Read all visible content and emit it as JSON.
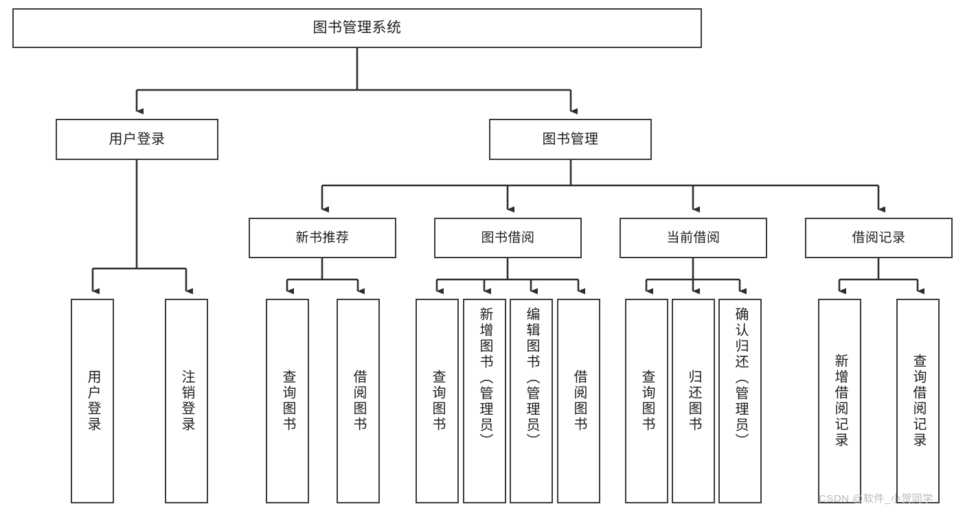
{
  "diagram": {
    "title": "图书管理系统",
    "root": {
      "id": "root",
      "label": "图书管理系统"
    },
    "level2": [
      {
        "id": "user-login",
        "label": "用户登录"
      },
      {
        "id": "book-manage",
        "label": "图书管理"
      }
    ],
    "level3": [
      {
        "id": "new-book-recommend",
        "label": "新书推荐"
      },
      {
        "id": "book-borrow",
        "label": "图书借阅"
      },
      {
        "id": "current-borrow",
        "label": "当前借阅"
      },
      {
        "id": "borrow-record",
        "label": "借阅记录"
      }
    ],
    "leaves": [
      {
        "id": "leaf-user-login",
        "label": "用户登录",
        "parent": "user-login"
      },
      {
        "id": "leaf-logout-login",
        "label": "注销登录",
        "parent": "user-login"
      },
      {
        "id": "leaf-query-book-1",
        "label": "查询图书",
        "parent": "new-book-recommend"
      },
      {
        "id": "leaf-borrow-book-1",
        "label": "借阅图书",
        "parent": "new-book-recommend"
      },
      {
        "id": "leaf-query-book-2",
        "label": "查询图书",
        "parent": "book-borrow"
      },
      {
        "id": "leaf-add-book-admin",
        "label": "新增图书（管理员）",
        "parent": "book-borrow"
      },
      {
        "id": "leaf-edit-book-admin",
        "label": "编辑图书（管理员）",
        "parent": "book-borrow"
      },
      {
        "id": "leaf-borrow-book-2",
        "label": "借阅图书",
        "parent": "book-borrow"
      },
      {
        "id": "leaf-query-book-3",
        "label": "查询图书",
        "parent": "current-borrow"
      },
      {
        "id": "leaf-return-book",
        "label": "归还图书",
        "parent": "current-borrow"
      },
      {
        "id": "leaf-confirm-return-admin",
        "label": "确认归还（管理员）",
        "parent": "current-borrow"
      },
      {
        "id": "leaf-add-borrow-record",
        "label": "新增借阅记录",
        "parent": "borrow-record"
      },
      {
        "id": "leaf-query-borrow-record",
        "label": "查询借阅记录",
        "parent": "borrow-record"
      }
    ],
    "colors": {
      "border": "#3a3a3a",
      "text": "#1c1c1c",
      "background": "#ffffff",
      "watermark": "#b8b8b8"
    }
  },
  "watermark": {
    "text": "CSDN @软件_小贺同学"
  }
}
